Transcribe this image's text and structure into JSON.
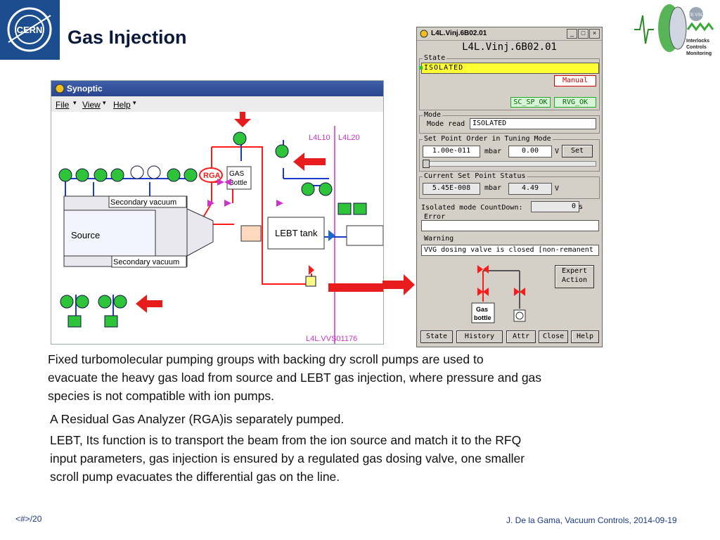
{
  "slide": {
    "title": "Gas Injection",
    "logo_text": "CERN",
    "ic_logo_lines": [
      "Interlocks",
      "Controls",
      "Monitoring"
    ],
    "ic_badge": "TE VSC"
  },
  "synoptic": {
    "title": "Synoptic",
    "menu": [
      "File",
      "View",
      "Help"
    ],
    "labels": {
      "secondary_vacuum_top": "Secondary vacuum",
      "secondary_vacuum_bottom": "Secondary vacuum",
      "source": "Source",
      "rga": "RGA",
      "gas_bottle_1": "GAS",
      "gas_bottle_2": "Bottle",
      "lebt_tank": "LEBT tank",
      "l4l10": "L4L10",
      "l4l20": "L4L20",
      "vvs": "L4L.VVS01176"
    }
  },
  "popup": {
    "window_title": "L4L.Vinj.6B02.01",
    "heading": "L4L.Vinj.6B02.01",
    "state_label": "State",
    "state_value": "ISOLATED",
    "manual": "Manual",
    "sc_sp_ok": "SC_SP_OK",
    "rvg_ok": "RVG_OK",
    "mode_label": "Mode",
    "mode_read_label": "Mode read",
    "mode_read_value": "ISOLATED",
    "setpoint_label": "Set Point Order in Tuning Mode",
    "setpoint_pressure": "1.00e-011",
    "setpoint_unit": "mbar",
    "setpoint_voltage": "0.00",
    "voltage_unit": "V",
    "set_button": "Set",
    "status_label": "Current Set Point Status",
    "status_pressure": "5.45E-008",
    "status_unit": "mbar",
    "status_voltage": "4.49",
    "status_voltage_unit": "V",
    "countdown_label": "Isolated mode CountDown:",
    "countdown_value": "0",
    "countdown_unit": "s",
    "error_label": "Error",
    "warning_label": "Warning",
    "warning_value": "VVG dosing valve is closed [non-remanent",
    "expert_action_1": "Expert",
    "expert_action_2": "Action",
    "gas_bottle_1": "Gas",
    "gas_bottle_2": "bottle",
    "buttons": [
      "State",
      "History",
      "Attr",
      "Close",
      "Help"
    ]
  },
  "text": {
    "p1_l1": "Fixed turbomolecular pumping groups with backing dry scroll pumps are used to",
    "p1_l2": "evacuate the heavy gas load from source and LEBT gas injection, where pressure and gas",
    "p1_l3": "species is not compatible with ion pumps.",
    "p2": "A Residual Gas Analyzer (RGA)is separately pumped.",
    "p3_l1": "LEBT, Its function is to transport the beam from the ion source and match it to the RFQ",
    "p3_l2": "input parameters, gas injection is ensured by a regulated gas dosing valve, one smaller",
    "p3_l3": "scroll pump evacuates the differential gas on the line."
  },
  "footer": {
    "page": "<#>/20",
    "credit": "J. De la Gama, Vacuum Controls, 2014-09-19"
  },
  "colors": {
    "pump_green": "#2ec43a",
    "line_red": "#ff1a1a",
    "state_yellow": "#ffff33",
    "beam_magenta": "#cc33cc"
  }
}
